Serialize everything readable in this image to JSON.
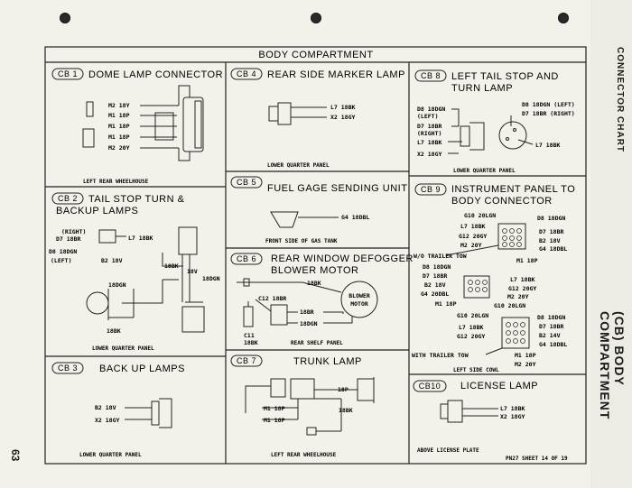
{
  "header": {
    "title": "BODY COMPARTMENT"
  },
  "sidebar": {
    "top": "CONNECTOR CHART",
    "bottom": "(CB) BODY COMPARTMENT",
    "page": "63"
  },
  "footer": {
    "sheet": "PN27 SHEET 14 OF 19"
  },
  "cb1": {
    "tag": "CB 1",
    "title": "DOME LAMP CONNECTOR",
    "caption": "LEFT REAR WHEELHOUSE",
    "w1": "M2 18Y",
    "w2": "M1 18P",
    "w3": "M1 18P",
    "w4": "M1 18P",
    "w5": "M2 20Y"
  },
  "cb2": {
    "tag": "CB 2",
    "title1": "TAIL STOP TURN &",
    "title2": "BACKUP LAMPS",
    "caption": "LOWER QUARTER PANEL",
    "right": "(RIGHT)",
    "d7": "D7 18BR",
    "d8": "D8 18DGN",
    "left": "(LEFT)",
    "b2": "B2 18V",
    "l7": "L7 18BK",
    "bk": "18BK",
    "v": "18V",
    "dgn": "18DGN",
    "dgn2": "18DGN",
    "bk2": "18BK"
  },
  "cb3": {
    "tag": "CB 3",
    "title": "BACK UP LAMPS",
    "caption": "LOWER QUARTER PANEL",
    "w1": "B2 18V",
    "w2": "X2 18GY"
  },
  "cb4": {
    "tag": "CB 4",
    "title": "REAR SIDE MARKER LAMP",
    "caption": "LOWER QUARTER PANEL",
    "w1": "L7 18BK",
    "w2": "X2 18GY"
  },
  "cb5": {
    "tag": "CB 5",
    "title": "FUEL GAGE SENDING UNIT",
    "caption": "FRONT SIDE OF GAS TANK",
    "w1": "G4 18DBL"
  },
  "cb6": {
    "tag": "CB 6",
    "title1": "REAR WINDOW DEFOGGER",
    "title2": "BLOWER MOTOR",
    "caption": "REAR SHELF PANEL",
    "w1": "18BK",
    "w2": "C12 18BR",
    "w3": "18BR",
    "w4": "18DGN",
    "c11": "C11",
    "c11b": "18BK",
    "motor1": "BLOWER",
    "motor2": "MOTOR"
  },
  "cb7": {
    "tag": "CB 7",
    "title": "TRUNK LAMP",
    "caption": "LEFT REAR WHEELHOUSE",
    "w1": "M1 18P",
    "w2": "M1 18P",
    "w3": "18P",
    "w4": "18BK"
  },
  "cb8": {
    "tag": "CB 8",
    "title1": "LEFT TAIL STOP AND",
    "title2": "TURN LAMP",
    "caption": "LOWER QUARTER PANEL",
    "w1": "D8 18DGN",
    "w1b": "(LEFT)",
    "w2": "D7 18BR",
    "w2b": "(RIGHT)",
    "w3": "L7 18BK",
    "w4": "X2 18GY",
    "r1": "D8 18DGN (LEFT)",
    "r2": "D7 18BR (RIGHT)",
    "r3": "L7 18BK"
  },
  "cb9": {
    "tag": "CB 9",
    "title1": "INSTRUMENT PANEL TO",
    "title2": "BODY CONNECTOR",
    "caption": "LEFT SIDE COWL",
    "a1": "G10 20LGN",
    "a2": "L7 18BK",
    "a3": "G12 20GY",
    "a4": "M2 20Y",
    "a5": "D8 18DGN",
    "a6": "D7 18BR",
    "a7": "B2 18V",
    "a8": "G4 18DBL",
    "a9": "W/O TRAILER TOW",
    "a10": "M1 18P",
    "b1": "D8 18DGN",
    "b2": "D7 18BR",
    "b3": "B2 18V",
    "b4": "G4 20DBL",
    "b5": "M1 18P",
    "b6": "L7 18BK",
    "b7": "G12 20GY",
    "b8": "M2 20Y",
    "b9": "G10 20LGN",
    "c1": "G10 20LGN",
    "c2": "L7 18BK",
    "c3": "G12 20GY",
    "c4": "D8 18DGN",
    "c5": "D7 18BR",
    "c6": "B2 14V",
    "c7": "G4 18DBL",
    "c8": "WITH TRAILER TOW",
    "c9": "M1 18P",
    "c10": "M2 20Y"
  },
  "cb10": {
    "tag": "CB10",
    "title": "LICENSE LAMP",
    "caption": "ABOVE LICENSE PLATE",
    "w1": "L7 18BK",
    "w2": "X2 18GY"
  }
}
